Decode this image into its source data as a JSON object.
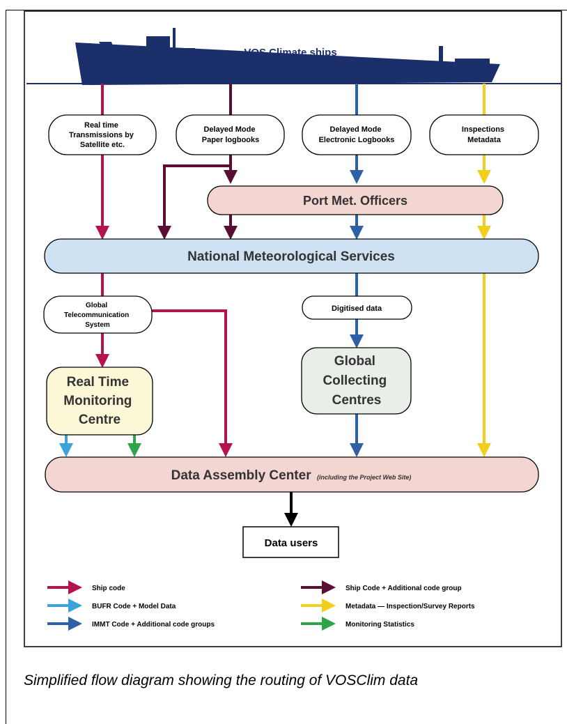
{
  "ship_label": "VOS Climate ships",
  "sources": [
    {
      "lines": [
        "Real time",
        "Transmissions by",
        "Satellite etc."
      ]
    },
    {
      "lines": [
        "Delayed Mode",
        "Paper logbooks"
      ]
    },
    {
      "lines": [
        "Delayed Mode",
        "Electronic Logbooks"
      ]
    },
    {
      "lines": [
        "Inspections",
        "Metadata"
      ]
    }
  ],
  "port_officers": "Port Met. Officers",
  "nms": "National Meteorological Services",
  "gts_lines": [
    "Global",
    "Telecommunication",
    "System"
  ],
  "digitised": "Digitised data",
  "rtmc_lines": [
    "Real Time",
    "Monitoring",
    "Centre"
  ],
  "gcc_lines": [
    "Global",
    "Collecting",
    "Centres"
  ],
  "dac_main": "Data Assembly Center",
  "dac_sub": "(including the Project Web Site)",
  "data_users": "Data users",
  "legend": [
    {
      "label": "Ship code",
      "color": "#b5134f"
    },
    {
      "label": "BUFR Code + Model Data",
      "color": "#3aa3dc"
    },
    {
      "label": "IMMT Code + Additional code groups",
      "color": "#2f5fa6"
    },
    {
      "label": "Ship Code + Additional code group",
      "color": "#5b0d33"
    },
    {
      "label": "Metadata — Inspection/Survey Reports",
      "color": "#f2cf1d"
    },
    {
      "label": "Monitoring Statistics",
      "color": "#2fa44a"
    }
  ],
  "colors": {
    "ship": "#1b2f6b",
    "box_pink": "#f3d5d2",
    "box_blue": "#cfe2f4",
    "box_yellow": "#fcf7d6",
    "box_green": "#e9efe8"
  },
  "caption": "Simplified flow diagram showing the routing of VOSClim data"
}
